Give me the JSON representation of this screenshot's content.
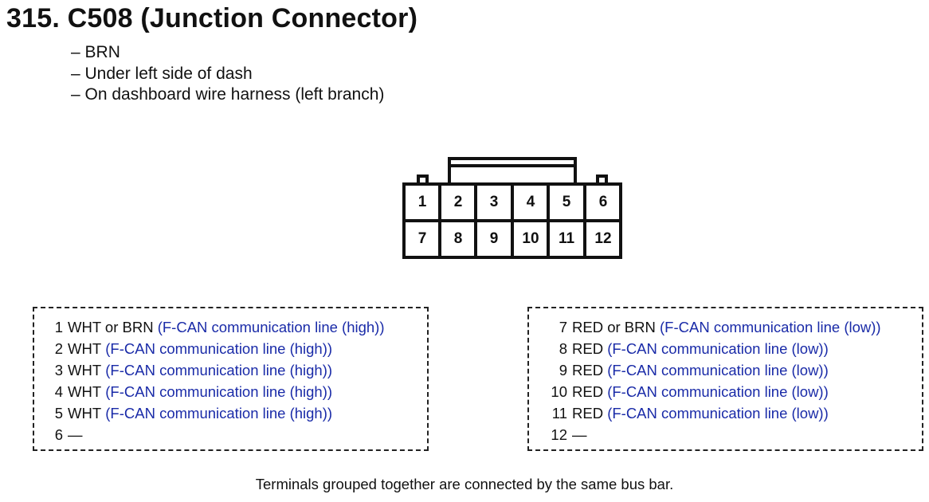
{
  "title": "315. C508 (Junction Connector)",
  "notes": [
    "BRN",
    "Under left side of dash",
    "On dashboard wire harness (left branch)"
  ],
  "connector": {
    "top_row": [
      "1",
      "2",
      "3",
      "4",
      "5",
      "6"
    ],
    "bottom_row": [
      "7",
      "8",
      "9",
      "10",
      "11",
      "12"
    ]
  },
  "groups": [
    {
      "pins": [
        {
          "num": "1",
          "color": "WHT or BRN",
          "desc": "(F-CAN communication line (high))"
        },
        {
          "num": "2",
          "color": "WHT",
          "desc": "(F-CAN communication line (high))"
        },
        {
          "num": "3",
          "color": "WHT",
          "desc": "(F-CAN communication line (high))"
        },
        {
          "num": "4",
          "color": "WHT",
          "desc": "(F-CAN communication line (high))"
        },
        {
          "num": "5",
          "color": "WHT",
          "desc": "(F-CAN communication line (high))"
        },
        {
          "num": "6",
          "color": "—",
          "desc": ""
        }
      ]
    },
    {
      "pins": [
        {
          "num": "7",
          "color": "RED or BRN",
          "desc": "(F-CAN communication line (low))"
        },
        {
          "num": "8",
          "color": "RED",
          "desc": "(F-CAN communication line (low))"
        },
        {
          "num": "9",
          "color": "RED",
          "desc": "(F-CAN communication line (low))"
        },
        {
          "num": "10",
          "color": "RED",
          "desc": "(F-CAN communication line (low))"
        },
        {
          "num": "11",
          "color": "RED",
          "desc": "(F-CAN communication line (low))"
        },
        {
          "num": "12",
          "color": "—",
          "desc": ""
        }
      ]
    }
  ],
  "footer": "Terminals grouped together are connected by the same bus bar.",
  "colors": {
    "text": "#111111",
    "description": "#1a2ba8",
    "outline": "#111111"
  }
}
